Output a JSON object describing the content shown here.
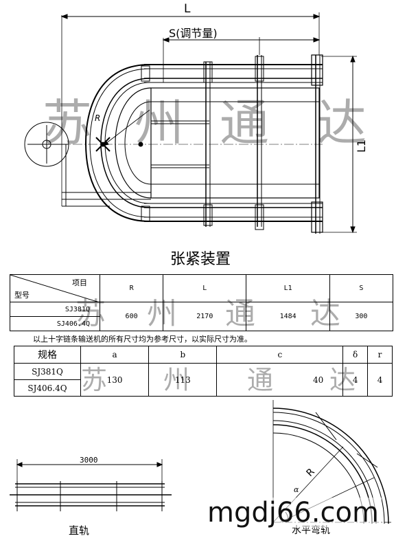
{
  "drawing": {
    "dim_L": "L",
    "dim_S": "S(调节量)",
    "dim_L1": "L1",
    "dim_R": "R",
    "caption": "张紧装置"
  },
  "table1": {
    "corner_top": "项目",
    "corner_bottom": "型号",
    "headers": [
      "R",
      "L",
      "L1",
      "S"
    ],
    "models": [
      "SJ381Q",
      "SJ406.4Q"
    ],
    "values": [
      "600",
      "2170",
      "1484",
      "300"
    ]
  },
  "note": "以上十字链条输送机的所有尺寸均为参考尺寸，以实际尺寸为准。",
  "table2": {
    "header_label": "规格",
    "headers": [
      "a",
      "b",
      "c",
      "δ",
      "r"
    ],
    "models": [
      "SJ381Q",
      "SJ406.4Q"
    ],
    "values": [
      "130",
      "113",
      "40",
      "4",
      "4"
    ]
  },
  "straight_rail": {
    "length": "3000",
    "caption": "直轨"
  },
  "curve_rail": {
    "label_R": "R",
    "label_alpha": "α",
    "caption": "水平弯轨"
  },
  "watermark": {
    "chars": [
      "苏",
      "州",
      "通",
      "达"
    ],
    "site": "mgdj66.com"
  }
}
